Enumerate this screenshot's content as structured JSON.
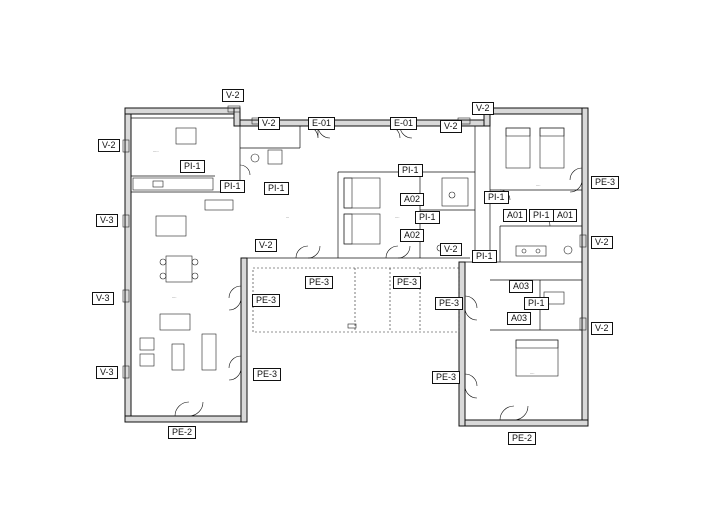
{
  "labels": {
    "v2": "V-2",
    "v3": "V-3",
    "e01": "E-01",
    "pi1": "PI-1",
    "pe2": "PE-2",
    "pe3": "PE-3",
    "a01": "A01",
    "a02": "A02",
    "a03": "A03"
  },
  "colors": {
    "line": "#111111",
    "wall_fill": "#d9d9d9",
    "background": "#ffffff"
  }
}
